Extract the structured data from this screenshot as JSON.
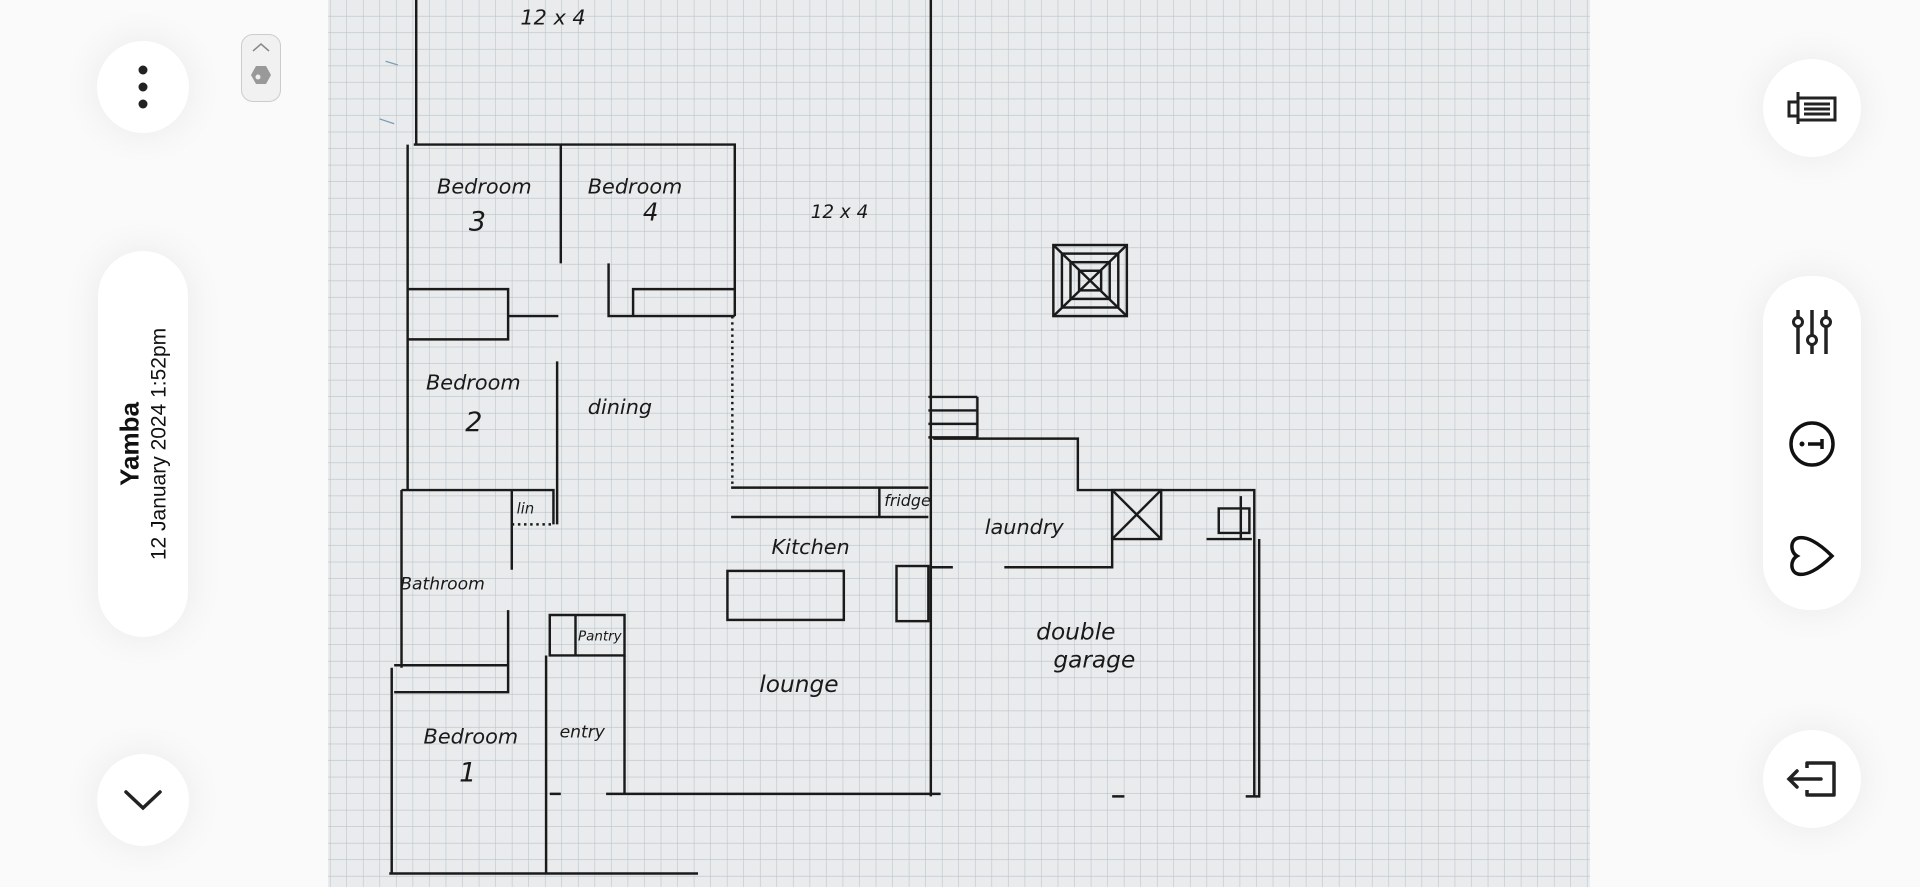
{
  "left_controls": {
    "more_icon": "more-vertical-icon",
    "location": "Yamba",
    "datetime": "12 January 2024  1:52pm",
    "collapse_icon": "chevron-down-icon",
    "handle_icon": "chevron-up-icon"
  },
  "right_controls": {
    "icons": [
      "tag-icon",
      "sliders-icon",
      "info-icon",
      "heart-icon",
      "exit-icon"
    ]
  },
  "floor_plan": {
    "labels": {
      "top_dim": "12 x 4",
      "mid_dim": "12 x 4",
      "bedroom3": "Bedroom",
      "bedroom3_num": "3",
      "bedroom4": "Bedroom",
      "bedroom4_num": "4",
      "bedroom2": "Bedroom",
      "bedroom2_num": "2",
      "dining": "dining",
      "lin": "lin",
      "fridge": "fridge",
      "laundry": "laundry",
      "kitchen": "Kitchen",
      "bathroom": "Bathroom",
      "pantry": "Pantry",
      "double": "double",
      "garage": "garage",
      "lounge": "lounge",
      "bedroom1": "Bedroom",
      "bedroom1_num": "1",
      "entry": "entry"
    }
  }
}
